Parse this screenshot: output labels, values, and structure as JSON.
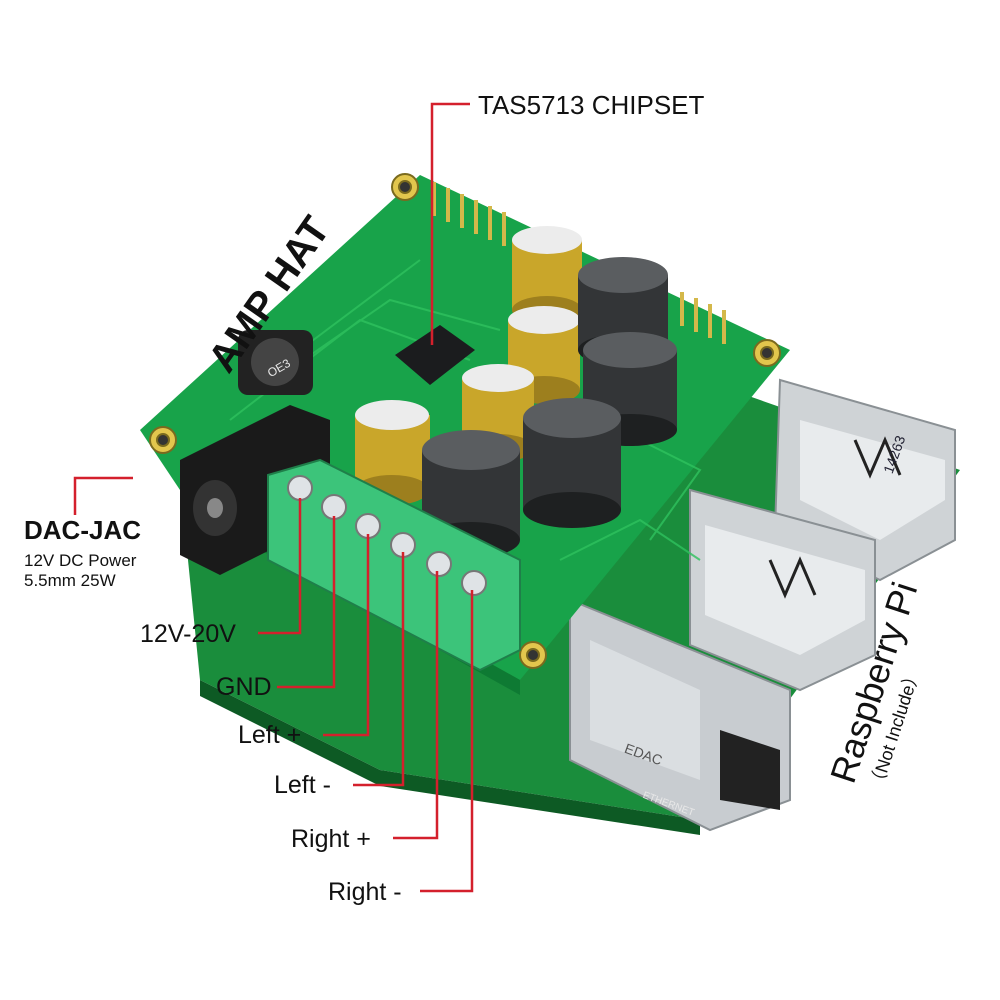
{
  "product": {
    "board_name": "AMP HAT",
    "host_board": "Raspberry Pi",
    "host_note": "（Not Include）"
  },
  "callouts": {
    "chipset": "TAS5713 CHIPSET",
    "power_jack": {
      "title": "DAC-JAC",
      "line1": "12V DC Power",
      "line2": "5.5mm 25W"
    },
    "terminals": [
      {
        "label": "12V-20V"
      },
      {
        "label": "GND"
      },
      {
        "label": "Left +"
      },
      {
        "label": "Left -"
      },
      {
        "label": "Right +"
      },
      {
        "label": "Right -"
      }
    ]
  },
  "board_markings": {
    "inductor": "OE3",
    "usb_marking": "14263",
    "ethernet_vendor": "EDAC",
    "ethernet_label": "ETHERNET"
  },
  "colors": {
    "pcb_green": "#18a34a",
    "pcb_dark": "#0e7a33",
    "terminal_green": "#3cc47a",
    "capacitor_gold": "#c9a62a",
    "inductor_black": "#333537",
    "callout_red": "#d4202c",
    "metal": "#cfd3d6"
  }
}
